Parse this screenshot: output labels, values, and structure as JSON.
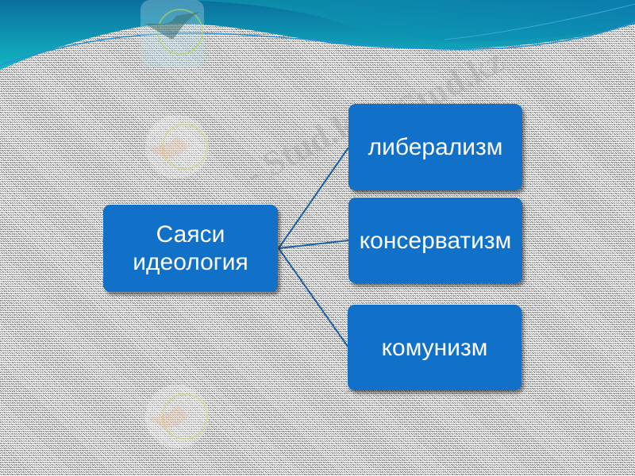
{
  "slide": {
    "theme": {
      "background_pattern": "gray zigzag texture",
      "header_color_dark": "#0a6f9e",
      "header_color_light": "#10b5c0",
      "node_color": "#1170c8",
      "node_text_color": "#ffffff",
      "connector_color": "#1a5fa8"
    },
    "watermark": {
      "text": "- Stud.kz",
      "logo_icon": "hummingbird-logo-icon"
    },
    "diagram": {
      "type": "horizontal-hierarchy",
      "root": {
        "label_line1": "Саяси",
        "label_line2": "идеология"
      },
      "children": [
        {
          "label": "либерализм"
        },
        {
          "label": "консерватизм"
        },
        {
          "label": "комунизм"
        }
      ]
    }
  }
}
